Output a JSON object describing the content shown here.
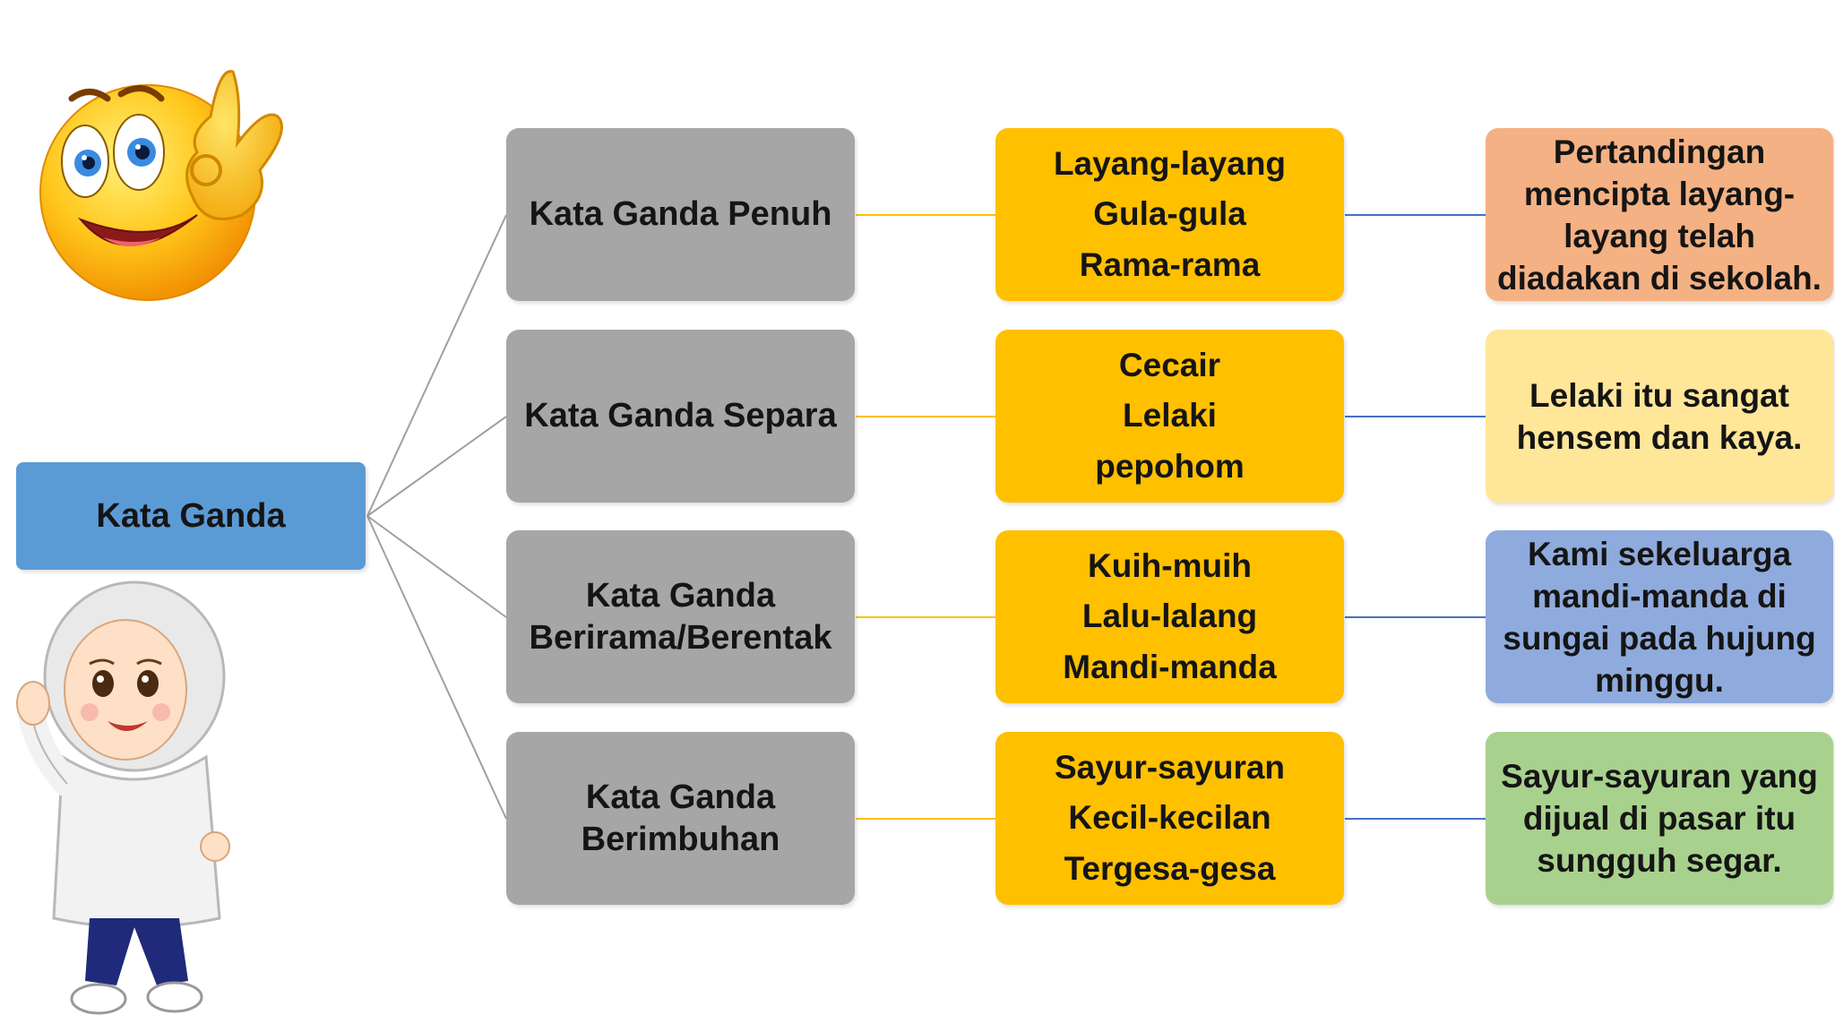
{
  "colors": {
    "root": "#5b9bd5",
    "category": "#a6a6a6",
    "examples": "#ffc000",
    "sentence_colors": [
      "#f4b183",
      "#ffe699",
      "#8faadc",
      "#a9d18e"
    ],
    "line_root": "#a0a0a0",
    "line_examples": "#ffc000",
    "line_sentence": "#4472c4"
  },
  "icons": [
    "winking-ok-emoji-icon",
    "hijab-girl-waving-illustration"
  ],
  "root": {
    "label": "Kata Ganda"
  },
  "rows": [
    {
      "category": "Kata Ganda Penuh",
      "examples": [
        "Layang-layang",
        "Gula-gula",
        "Rama-rama"
      ],
      "sentence": "Pertandingan mencipta layang-layang telah diadakan di sekolah."
    },
    {
      "category": "Kata Ganda Separa",
      "examples": [
        "Cecair",
        "Lelaki",
        "pepohom"
      ],
      "sentence": "Lelaki itu sangat hensem dan kaya."
    },
    {
      "category": "Kata Ganda Berirama/Berentak",
      "examples": [
        "Kuih-muih",
        "Lalu-lalang",
        "Mandi-manda"
      ],
      "sentence": "Kami sekeluarga mandi-manda di sungai pada hujung minggu."
    },
    {
      "category": "Kata Ganda Berimbuhan",
      "examples": [
        "Sayur-sayuran",
        "Kecil-kecilan",
        "Tergesa-gesa"
      ],
      "sentence": "Sayur-sayuran yang dijual di pasar itu sungguh segar."
    }
  ]
}
